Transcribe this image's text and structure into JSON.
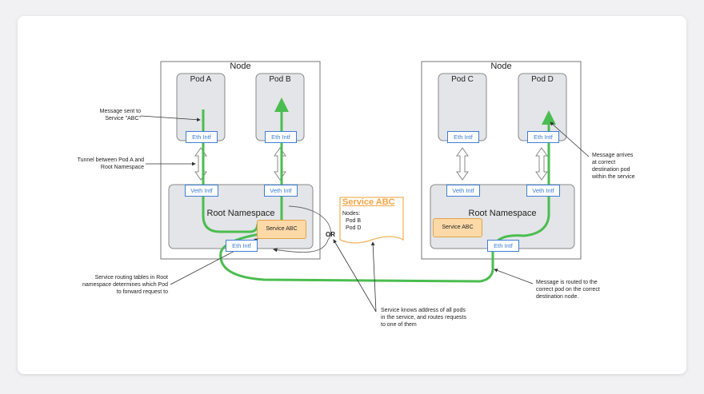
{
  "nodes": {
    "left": {
      "title": "Node",
      "pods": [
        "Pod A",
        "Pod B"
      ],
      "eth_labels": [
        "Eth Intf",
        "Eth Intf"
      ],
      "veth_labels": [
        "Veth Intf",
        "Veth Intf"
      ],
      "root_ns": "Root Namespace",
      "service": "Service ABC",
      "node_eth": "Eth Intf"
    },
    "right": {
      "title": "Node",
      "pods": [
        "Pod C",
        "Pod D"
      ],
      "eth_labels": [
        "Eth Intf",
        "Eth Intf"
      ],
      "veth_labels": [
        "Veth Intf",
        "Veth Intf"
      ],
      "root_ns": "Root Namespace",
      "service": "Service ABC",
      "node_eth": "Eth Intf"
    }
  },
  "service_doc": {
    "title": "Service ABC",
    "nodes_label": "Nodes:",
    "items": [
      "Pod B",
      "Pod D"
    ]
  },
  "or_label": "OR",
  "annotations": {
    "msg_sent": [
      "Message sent to",
      "Service \"ABC\""
    ],
    "tunnel": [
      "Tunnel between Pod A and",
      "Root Namespace"
    ],
    "routing": [
      "Service routing tables in Root",
      "namespace determines which Pod",
      "to forward request to"
    ],
    "knows": [
      "Service knows address of all pods",
      "in the service, and routes requests",
      "to one of them"
    ],
    "routed": [
      "Message is routed to the",
      "correct pod on the correct",
      "destination node."
    ],
    "arrives": [
      "Message arrives",
      "at correct",
      "destination pod",
      "within the service"
    ]
  },
  "colors": {
    "flow": "#4bbd50",
    "interface": "#3d7fd6",
    "service_fill": "#fcd9a7",
    "service_doc_border": "#f5b25a"
  }
}
